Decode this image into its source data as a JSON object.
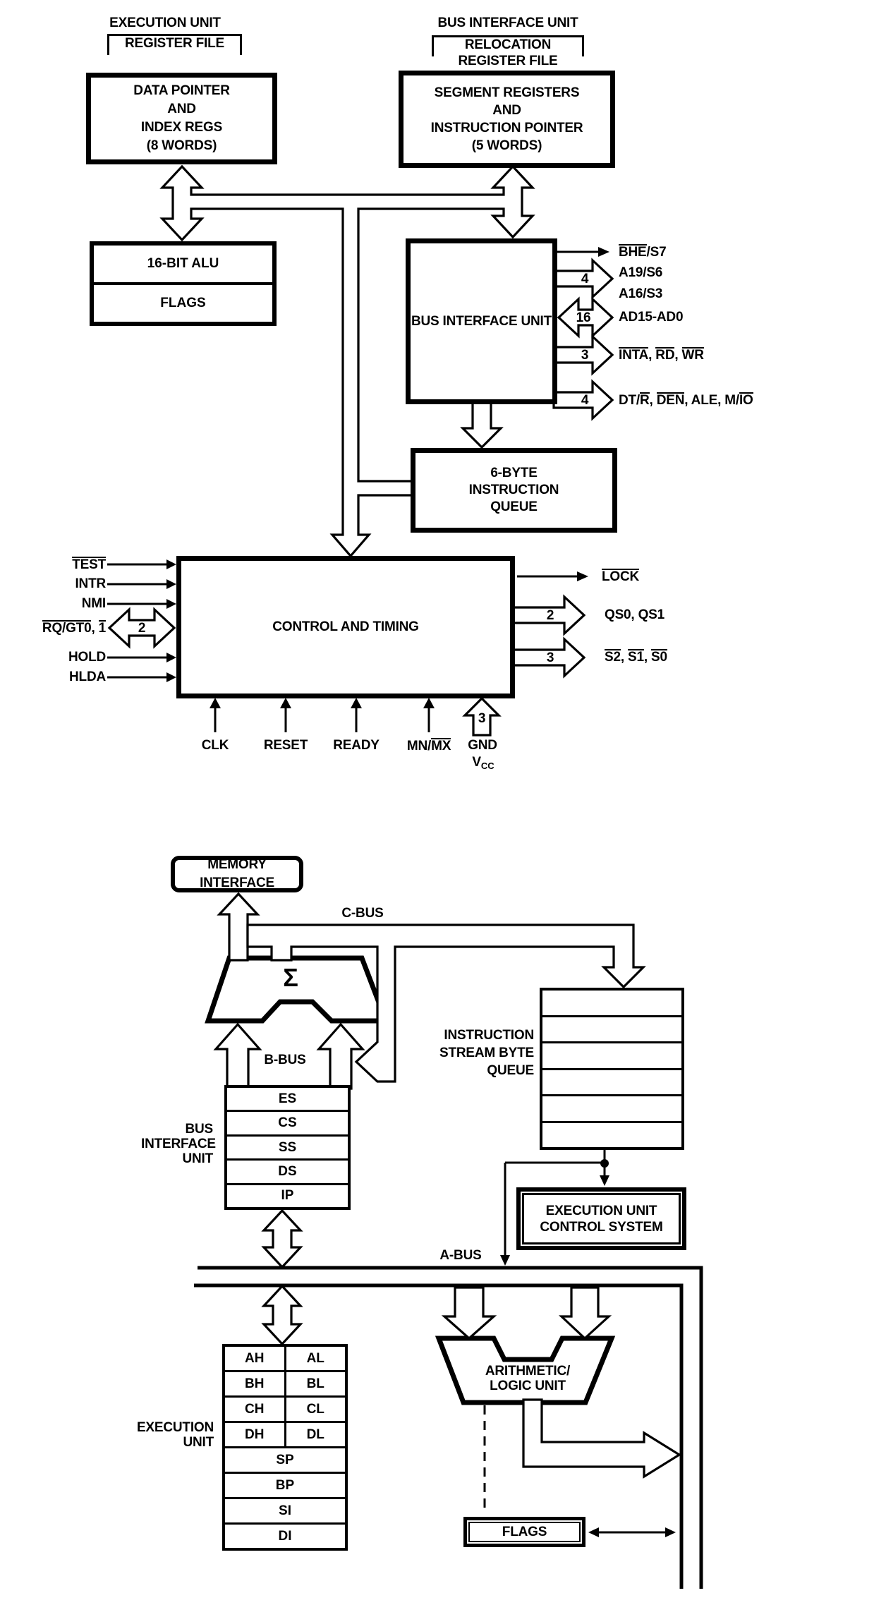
{
  "top": {
    "eu_header": {
      "title": "EXECUTION UNIT",
      "bracket": "REGISTER FILE"
    },
    "biu_header": {
      "title": "BUS INTERFACE UNIT",
      "bracket": "RELOCATION",
      "bracket2": "REGISTER FILE"
    },
    "data_pointer_box": {
      "l1": "DATA POINTER",
      "l2": "AND",
      "l3": "INDEX REGS",
      "l4": "(8 WORDS)"
    },
    "segment_box": {
      "l1": "SEGMENT REGISTERS",
      "l2": "AND",
      "l3": "INSTRUCTION POINTER",
      "l4": "(5 WORDS)"
    },
    "alu_box": {
      "row1": "16-BIT ALU",
      "row2": "FLAGS"
    },
    "biu_box": "BUS INTERFACE UNIT",
    "queue_box": {
      "l1": "6-BYTE",
      "l2": "INSTRUCTION",
      "l3": "QUEUE"
    },
    "ct_box": "CONTROL AND TIMING",
    "outputs": {
      "bhe": {
        "ov": "BHE",
        "rest": "/S7"
      },
      "w4a": "4",
      "a19": "A19/S6",
      "a16": "A16/S3",
      "w16": "16",
      "ad": "AD15-AD0",
      "w3a": "3",
      "inta": {
        "s1": "INTA",
        "c1": ", ",
        "s2": "RD",
        "c2": ", ",
        "s3": "WR"
      },
      "w4b": "4",
      "dt": {
        "p1": "DT/",
        "o1": "R",
        "p2": ", ",
        "o2": "DEN",
        "p3": ", ALE, M/",
        "o3": "IO"
      }
    },
    "left_inputs": {
      "test": "TEST",
      "intr": "INTR",
      "nmi": "NMI",
      "rq": {
        "o1": "RQ/GT0",
        "p1": ", ",
        "o2": "1"
      },
      "w2a": "2",
      "hold": "HOLD",
      "hlda": "HLDA"
    },
    "right_outputs": {
      "lock": "LOCK",
      "w2b": "2",
      "qs": "QS0, QS1",
      "w3b": "3",
      "s": {
        "o1": "S2",
        "p1": ", ",
        "o2": "S1",
        "p2": ", ",
        "o3": "S0"
      }
    },
    "bottom_inputs": {
      "clk": "CLK",
      "reset": "RESET",
      "ready": "READY",
      "mn": {
        "p1": "MN/",
        "o1": "MX"
      },
      "w3c": "3",
      "gnd": "GND",
      "vcc_base": "V",
      "vcc_sub": "CC"
    }
  },
  "bottom": {
    "memory_interface": "MEMORY INTERFACE",
    "c_bus": "C-BUS",
    "b_bus": "B-BUS",
    "a_bus": "A-BUS",
    "sigma": "Σ",
    "biu_label": {
      "l1": "BUS",
      "l2": "INTERFACE",
      "l3": "UNIT"
    },
    "biu_regs": {
      "r1": "ES",
      "r2": "CS",
      "r3": "SS",
      "r4": "DS",
      "r5": "IP"
    },
    "queue_label": {
      "l1": "INSTRUCTION",
      "l2": "STREAM BYTE",
      "l3": "QUEUE"
    },
    "eucs": {
      "l1": "EXECUTION UNIT",
      "l2": "CONTROL SYSTEM"
    },
    "eu_label": {
      "l1": "EXECUTION",
      "l2": "UNIT"
    },
    "eu_regs": {
      "ah": "AH",
      "al": "AL",
      "bh": "BH",
      "bl": "BL",
      "ch": "CH",
      "cl": "CL",
      "dh": "DH",
      "dl": "DL",
      "sp": "SP",
      "bp": "BP",
      "si": "SI",
      "di": "DI"
    },
    "alu": {
      "l1": "ARITHMETIC/",
      "l2": "LOGIC UNIT"
    },
    "flags": "FLAGS"
  },
  "colors": {
    "ink": "#000000",
    "paper": "#ffffff"
  }
}
